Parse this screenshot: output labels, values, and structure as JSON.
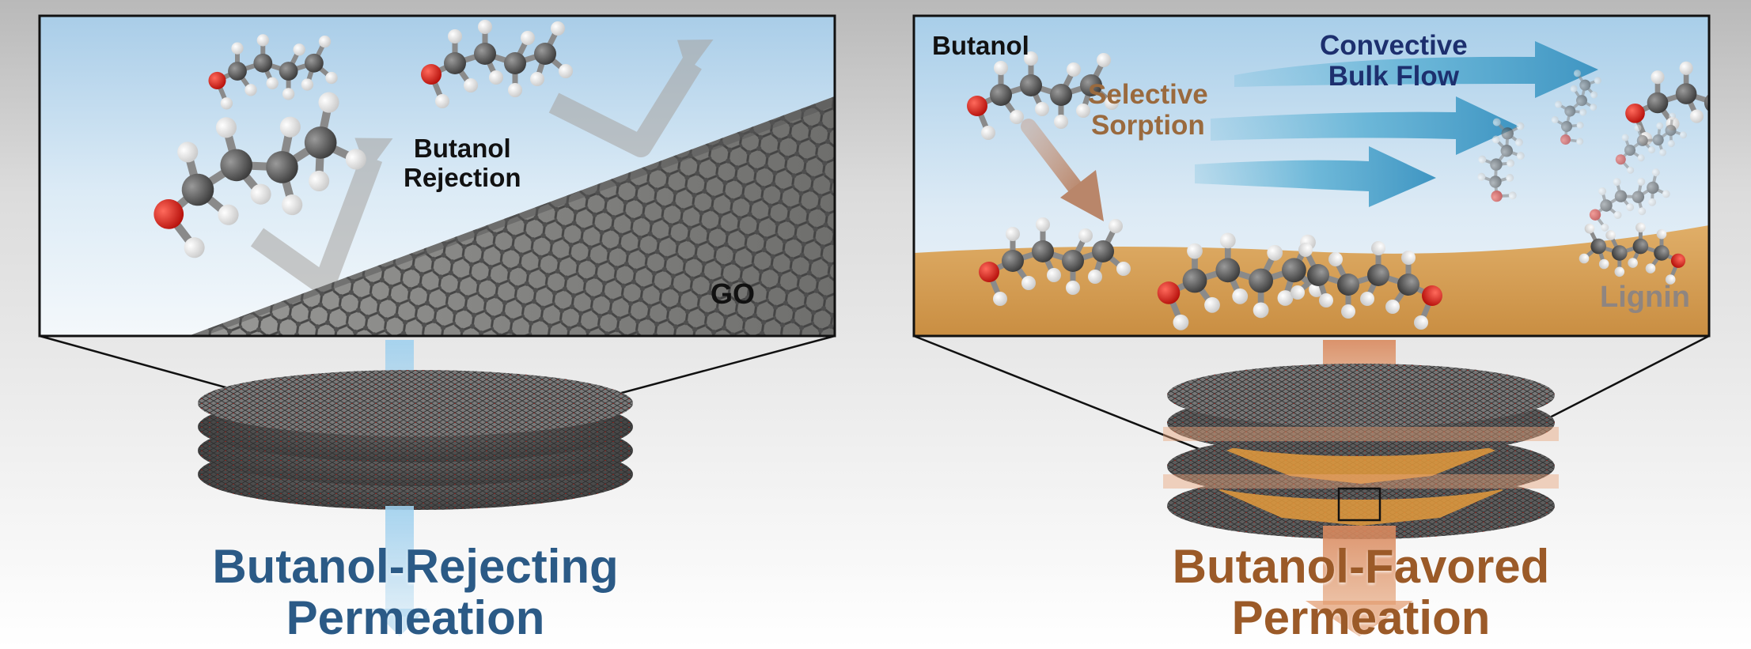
{
  "left_panel": {
    "label_rejection": "Butanol\nRejection",
    "label_go": "GO",
    "title": "Butanol-Rejecting\nPermeation"
  },
  "right_panel": {
    "label_butanol": "Butanol",
    "label_sorption": "Selective\nSorption",
    "label_bulk_flow": "Convective\nBulk Flow",
    "label_lignin": "Lignin",
    "title": "Butanol-Favored\nPermeation"
  },
  "colors": {
    "left_title": "#2b5a86",
    "right_title": "#9b5a28",
    "sorption_text": "#9a6a3e",
    "bulk_flow_text": "#1d2f6e",
    "flow_arrow": "#5aaed0",
    "lignin": "#d4a058",
    "oxygen": "#d11a14",
    "carbon": "#4a4a4a",
    "hydrogen": "#f4f4f4"
  }
}
